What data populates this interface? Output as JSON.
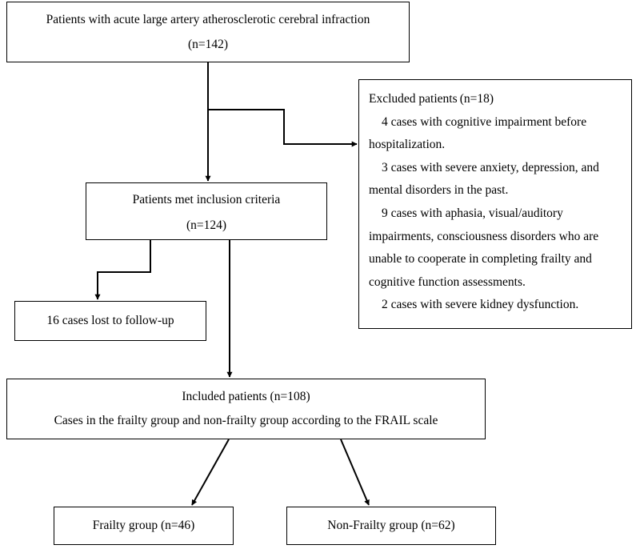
{
  "nodes": {
    "population": {
      "title": "Patients with acute large artery atherosclerotic cerebral infraction",
      "count": "(n=142)"
    },
    "excluded": {
      "title": "Excluded patients (n=18)",
      "items": [
        "4 cases with cognitive impairment before hospitalization.",
        "3 cases with severe anxiety, depression, and mental disorders in the past.",
        "9 cases with aphasia, visual/auditory impairments, consciousness disorders who are unable to cooperate in completing frailty and cognitive function assessments.",
        "2 cases with severe kidney dysfunction."
      ]
    },
    "inclusion": {
      "title": "Patients met inclusion criteria",
      "count": "(n=124)"
    },
    "lost": {
      "title": "16 cases lost to follow-up"
    },
    "included": {
      "title": "Included patients (n=108)",
      "subtitle": "Cases in the frailty group and non-frailty group according to the FRAIL scale"
    },
    "frailty": {
      "title": "Frailty group (n=46)"
    },
    "nonfrailty": {
      "title": "Non-Frailty group (n=62)"
    }
  }
}
